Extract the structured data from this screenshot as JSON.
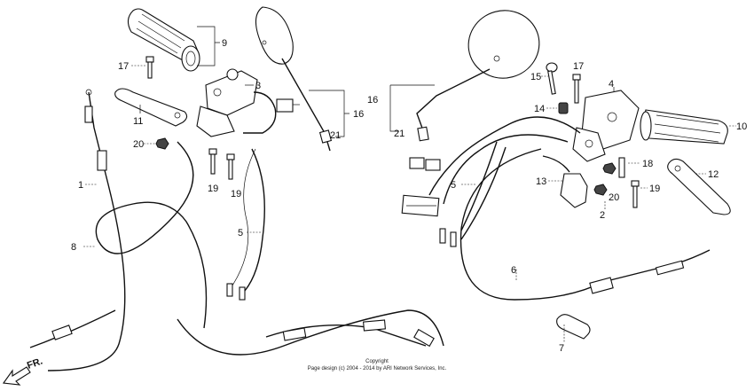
{
  "diagram": {
    "callouts": {
      "c1": "1",
      "c2": "2",
      "c3": "3",
      "c4": "4",
      "c5a": "5",
      "c5b": "5",
      "c6": "6",
      "c7": "7",
      "c8": "8",
      "c9": "9",
      "c10": "10",
      "c11": "11",
      "c12": "12",
      "c13": "13",
      "c14": "14",
      "c15": "15",
      "c16a": "16",
      "c16b": "16",
      "c17a": "17",
      "c17b": "17",
      "c18": "18",
      "c19a": "19",
      "c19b": "19",
      "c19c": "19",
      "c20a": "20",
      "c20b": "20",
      "c21a": "21",
      "c21b": "21"
    },
    "direction_label": "FR.",
    "copyright_line1": "Copyright",
    "copyright_line2": "Page design (c) 2004 - 2014 by ARI Network Services, Inc."
  }
}
